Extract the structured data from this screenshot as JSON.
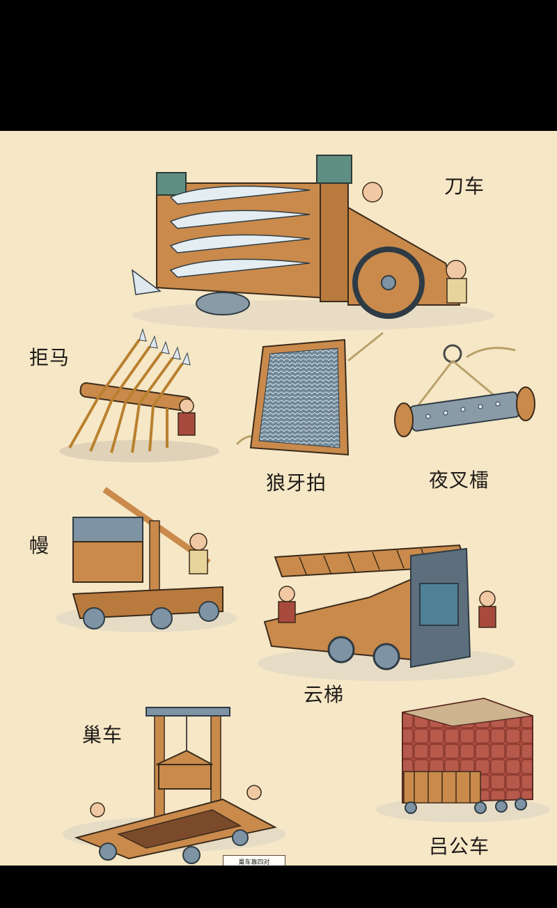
{
  "labels": {
    "dao_che": "刀车",
    "ju_ma": "拒马",
    "lang_ya_pai": "狼牙拍",
    "ye_cha_lei": "夜叉檑",
    "man": "幔",
    "yun_ti": "云梯",
    "chao_che": "巢车",
    "lv_gong_che": "吕公车"
  },
  "annotation": "巢车靠四对",
  "colors": {
    "background": "#f6e7c6",
    "wood": "#c98a4b",
    "metal": "#7e93a3",
    "jade": "#5f8f82",
    "red_hide": "#a84a3d"
  }
}
